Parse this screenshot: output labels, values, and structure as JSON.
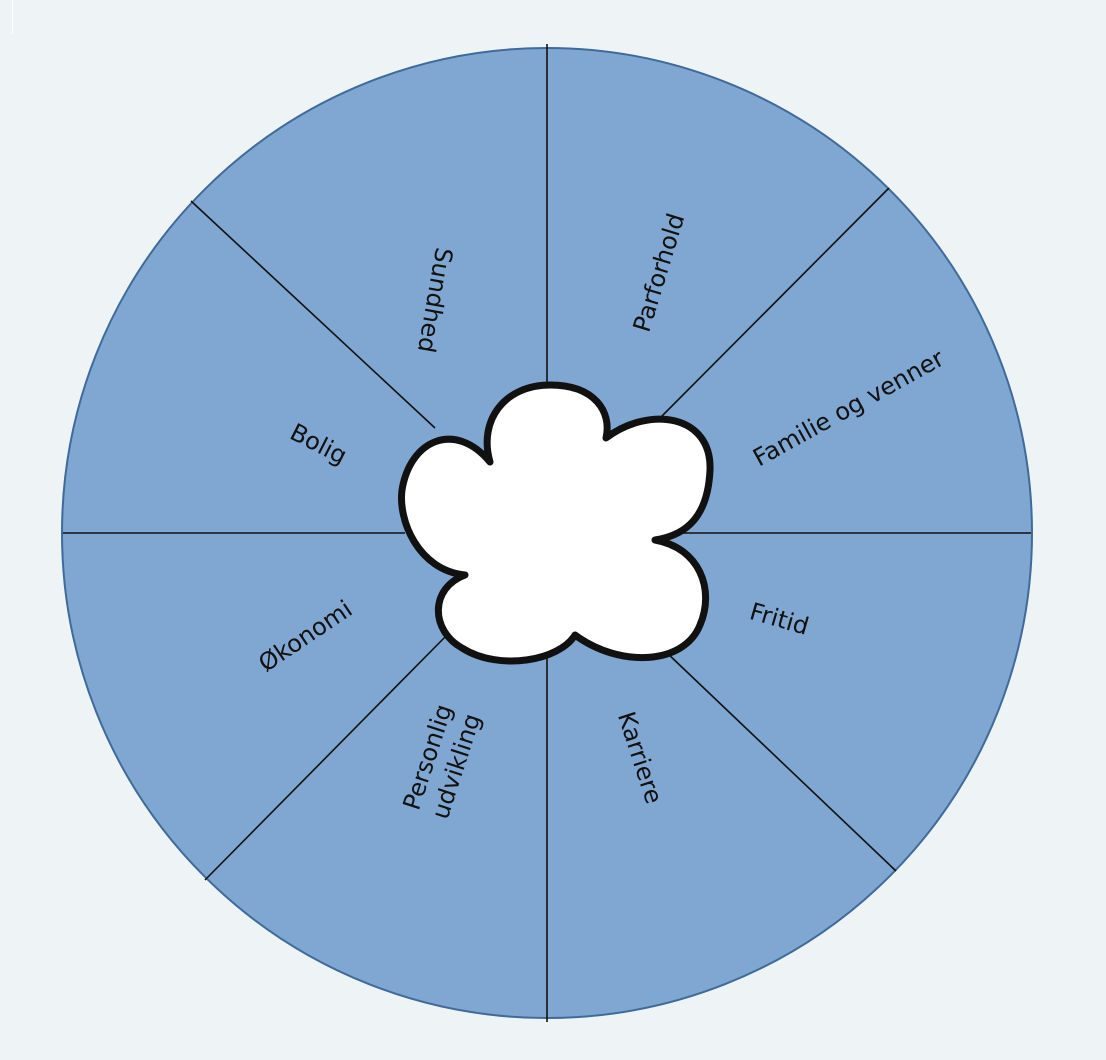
{
  "wheel": {
    "segments": [
      {
        "key": "sundhed",
        "label": "Sundhed"
      },
      {
        "key": "parforhold",
        "label": "Parforhold"
      },
      {
        "key": "familie",
        "label": "Familie og venner"
      },
      {
        "key": "fritid",
        "label": "Fritid"
      },
      {
        "key": "karriere",
        "label": "Karriere"
      },
      {
        "key": "personlig",
        "lines": [
          "Personlig",
          "udvikling"
        ]
      },
      {
        "key": "okonomi",
        "label": "Økonomi"
      },
      {
        "key": "bolig",
        "label": "Bolig"
      }
    ]
  },
  "colors": {
    "background": "#eef4f5",
    "wheel_fill": "#7fa7d1",
    "wheel_border": "#3f6a9a",
    "divider": "#111111",
    "cloud_fill": "#ffffff",
    "cloud_stroke": "#111111"
  }
}
